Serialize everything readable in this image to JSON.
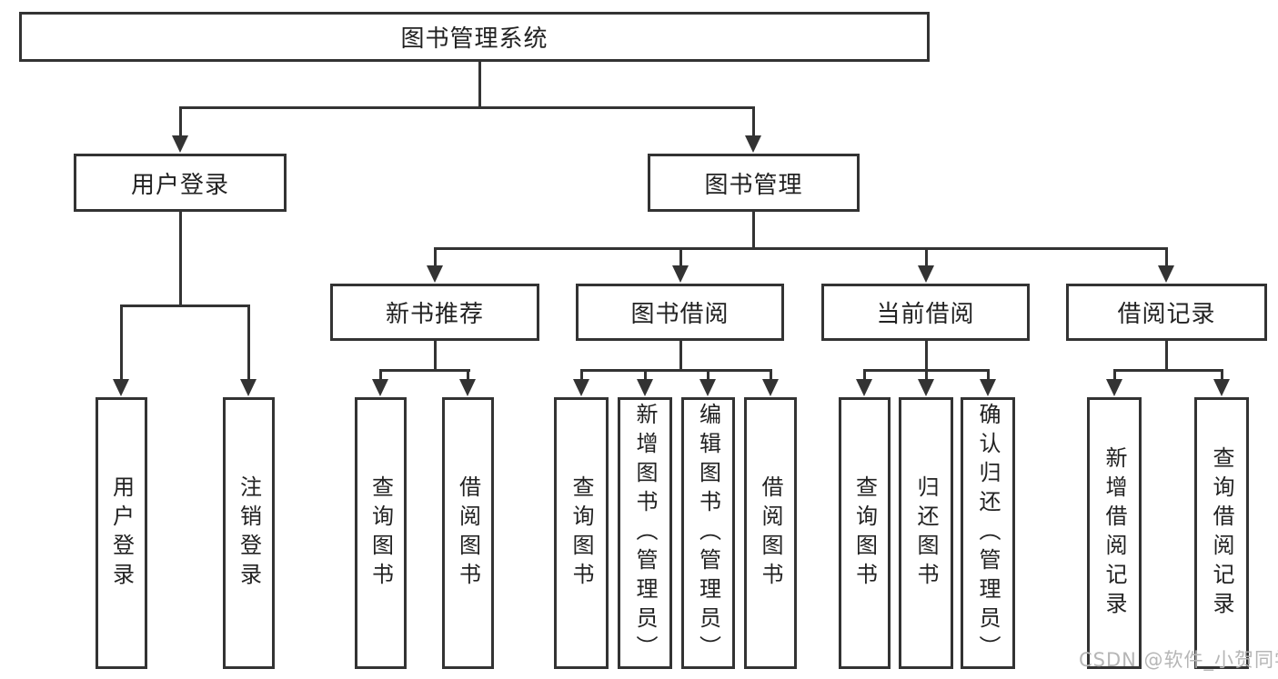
{
  "diagram": {
    "root": {
      "label": "图书管理系统"
    },
    "user_login": {
      "label": "用户登录",
      "leaves": [
        "用户登录",
        "注销登录"
      ]
    },
    "book_mgmt": {
      "label": "图书管理",
      "new_book": {
        "label": "新书推荐",
        "leaves": [
          "查询图书",
          "借阅图书"
        ]
      },
      "borrow": {
        "label": "图书借阅",
        "leaves": [
          "查询图书",
          "新增图书（管理员）",
          "编辑图书（管理员）",
          "借阅图书"
        ]
      },
      "current": {
        "label": "当前借阅",
        "leaves": [
          "查询图书",
          "归还图书",
          "确认归还（管理员）"
        ]
      },
      "records": {
        "label": "借阅记录",
        "leaves": [
          "新增借阅记录",
          "查询借阅记录"
        ]
      }
    }
  },
  "watermark": "CSDN @软件_小贺同学",
  "colors": {
    "line": "#333333",
    "text": "#222222",
    "watermark": "#b6b6b6",
    "background": "#ffffff"
  }
}
